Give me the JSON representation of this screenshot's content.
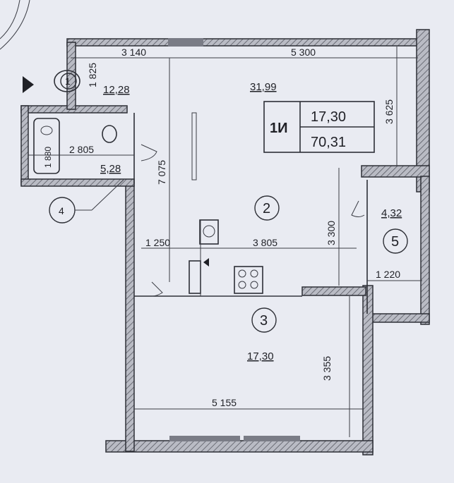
{
  "dimensions": {
    "top_left": "3 140",
    "top_right": "5 300",
    "top_small": "1 825",
    "bath_width": "2 805",
    "bath_small": "1 880",
    "wall_height": "7 075",
    "right_top": "3 625",
    "kitchen_left": "1 250",
    "kitchen_width": "3 805",
    "kitchen_height": "3 300",
    "balcony_width": "1 220",
    "room3_height": "3 355",
    "room3_width": "5 155"
  },
  "areas": {
    "hall": "12,28",
    "living": "31,99",
    "bath": "5,28",
    "balcony": "4,32",
    "room3": "17,30"
  },
  "rooms": {
    "r1": "1",
    "r2": "2",
    "r3": "3",
    "r4": "4",
    "r5": "5"
  },
  "summary": {
    "type": "1И",
    "living_area": "17,30",
    "total_area": "70,31"
  }
}
